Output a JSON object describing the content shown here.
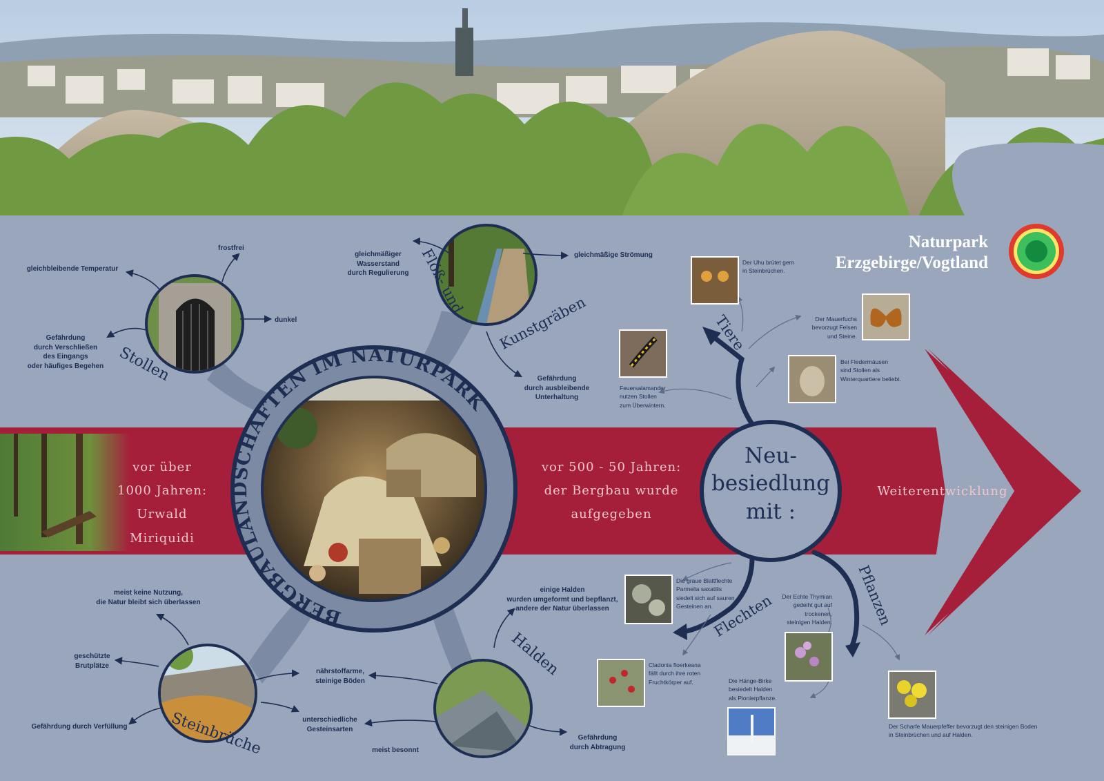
{
  "title": "BERGBAULANDSCHAFTEN IM NATURPARK",
  "brand": {
    "line1": "Naturpark",
    "line2": "Erzgebirge/Vogtland"
  },
  "colors": {
    "background": "#9aa6bc",
    "arrow": "#a51f3b",
    "circle_stroke": "#1d2e52",
    "logo_red": "#e03a2e",
    "logo_green": "#1aa64a"
  },
  "timeline": {
    "past": "vor über 1000 Jahren: Urwald Miriquidi",
    "past_line1": "vor über",
    "past_line2": "1000 Jahren:",
    "past_line3": "Urwald Miriquidi",
    "mid_line1": "vor 500 - 50 Jahren:",
    "mid_line2": "der Bergbau wurde",
    "mid_line3": "aufgegeben",
    "future": "Weiterentwicklung"
  },
  "resettlement": {
    "line1": "Neu-",
    "line2": "besiedlung",
    "line3": "mit :"
  },
  "stollen": {
    "label": "Stollen",
    "frost": "frostfrei",
    "temp": "gleichbleibende Temperatur",
    "dark": "dunkel",
    "risk_l1": "Gefährdung",
    "risk_l2": "durch Verschließen",
    "risk_l3": "des Eingangs",
    "risk_l4": "oder häufiges Begehen"
  },
  "graben": {
    "label1": "Flöß- und",
    "label2": "Kunstgräben",
    "water_l1": "gleichmäßiger",
    "water_l2": "Wasserstand",
    "water_l3": "durch Regulierung",
    "flow": "gleichmäßige Strömung",
    "risk_l1": "Gefährdung",
    "risk_l2": "durch ausbleibende",
    "risk_l3": "Unterhaltung"
  },
  "steinbrueche": {
    "label": "Steinbrüche",
    "use_l1": "meist keine Nutzung,",
    "use_l2": "die Natur bleibt sich überlassen",
    "breed_l1": "geschützte",
    "breed_l2": "Brutplätze",
    "risk": "Gefährdung durch Verfüllung"
  },
  "halden": {
    "label": "Halden",
    "note_l1": "einige Halden",
    "note_l2": "wurden umgeformt und bepflanzt,",
    "note_l3": "andere der Natur überlassen",
    "soil_l1": "nährstoffarme,",
    "soil_l2": "steinige Böden",
    "rock_l1": "unterschiedliche",
    "rock_l2": "Gesteinsarten",
    "sun": "meist besonnt",
    "risk_l1": "Gefährdung",
    "risk_l2": "durch Abtragung"
  },
  "branches": {
    "animals": "Tiere",
    "lichens": "Flechten",
    "plants": "Pflanzen"
  },
  "species": {
    "uhu_l1": "Der Uhu brütet gern",
    "uhu_l2": "in Steinbrüchen.",
    "fuchs_l1": "Der Mauerfuchs",
    "fuchs_l2": "bevorzugt Felsen",
    "fuchs_l3": "und Steine.",
    "fleder_l1": "Bei Fledermäusen",
    "fleder_l2": "sind Stollen als",
    "fleder_l3": "Winterquartiere beliebt.",
    "sala_l1": "Feuersalamander",
    "sala_l2": "nutzen Stollen",
    "sala_l3": "zum Überwintern.",
    "blatt_l1": "Die graue Blattflechte",
    "blatt_l2": "Parmelia saxatilis",
    "blatt_l3": "siedelt sich auf sauren",
    "blatt_l4": "Gesteinen an.",
    "clad_l1": "Cladonia floerkeana",
    "clad_l2": "fällt durch ihre roten",
    "clad_l3": "Fruchtkörper auf.",
    "thym_l1": "Der Echte Thymian",
    "thym_l2": "gedeiht gut auf",
    "thym_l3": "trockenen,",
    "thym_l4": "steinigen Halden.",
    "birke_l1": "Die Hänge-Birke",
    "birke_l2": "besiedelt Halden",
    "birke_l3": "als Pionierpflanze.",
    "sedum_l1": "Der Scharfe Mauerpfeffer bevorzugt den steinigen Boden",
    "sedum_l2": "in Steinbrüchen und auf Halden."
  },
  "icons": [
    "owl-photo",
    "butterfly-photo",
    "bat-photo",
    "salamander-photo",
    "lichen-photo",
    "cladonia-photo",
    "thyme-photo",
    "birch-photo",
    "stonecrop-photo",
    "mine-entrance-photo",
    "ditch-photo",
    "quarry-photo",
    "spoil-heap-photo",
    "mining-painting",
    "forest-photo",
    "town-landscape-photo",
    "naturpark-logo-icon"
  ]
}
